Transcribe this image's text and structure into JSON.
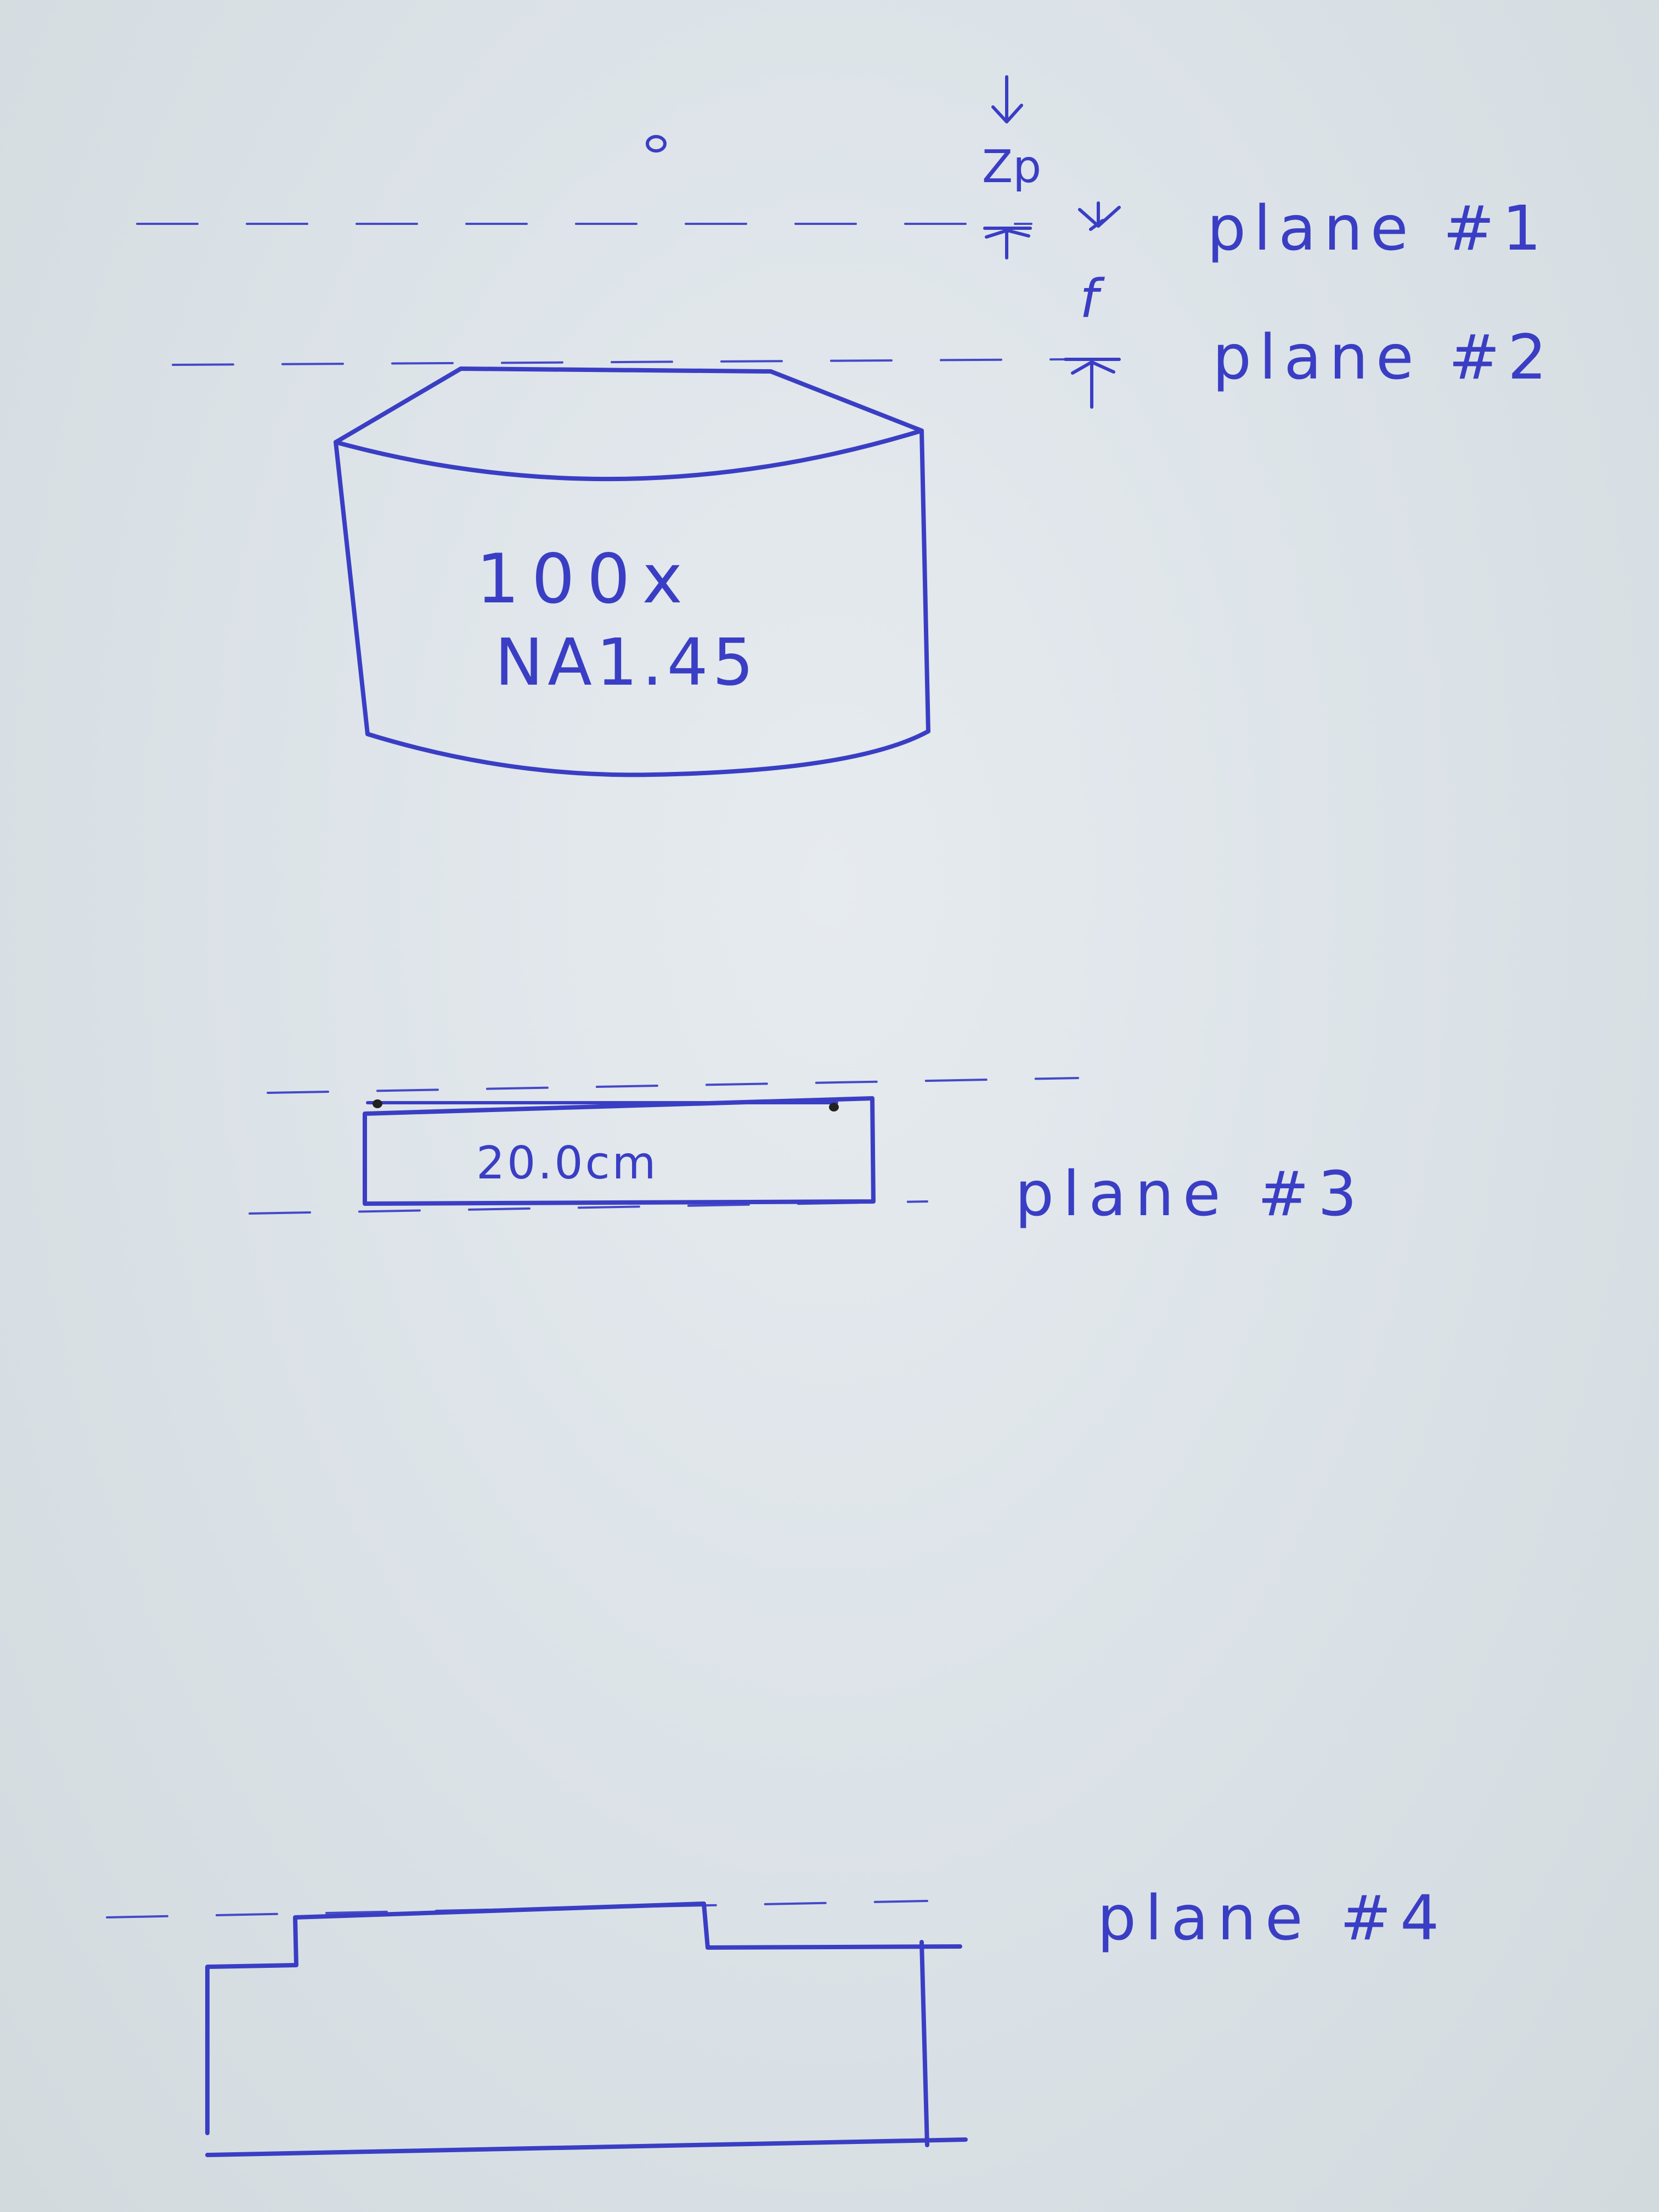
{
  "symbols": {
    "zp": "Zp",
    "focal": "f"
  },
  "planes": {
    "plane1": "plane #1",
    "plane2": "plane #2",
    "plane3": "plane #3",
    "plane4": "plane #4"
  },
  "objective": {
    "magnification": "100x",
    "numerical_aperture": "NA1.45"
  },
  "lens_element": {
    "label": "20.0cm"
  },
  "colors": {
    "ink": "#3a3ec4",
    "paper": "#dde3e8"
  }
}
